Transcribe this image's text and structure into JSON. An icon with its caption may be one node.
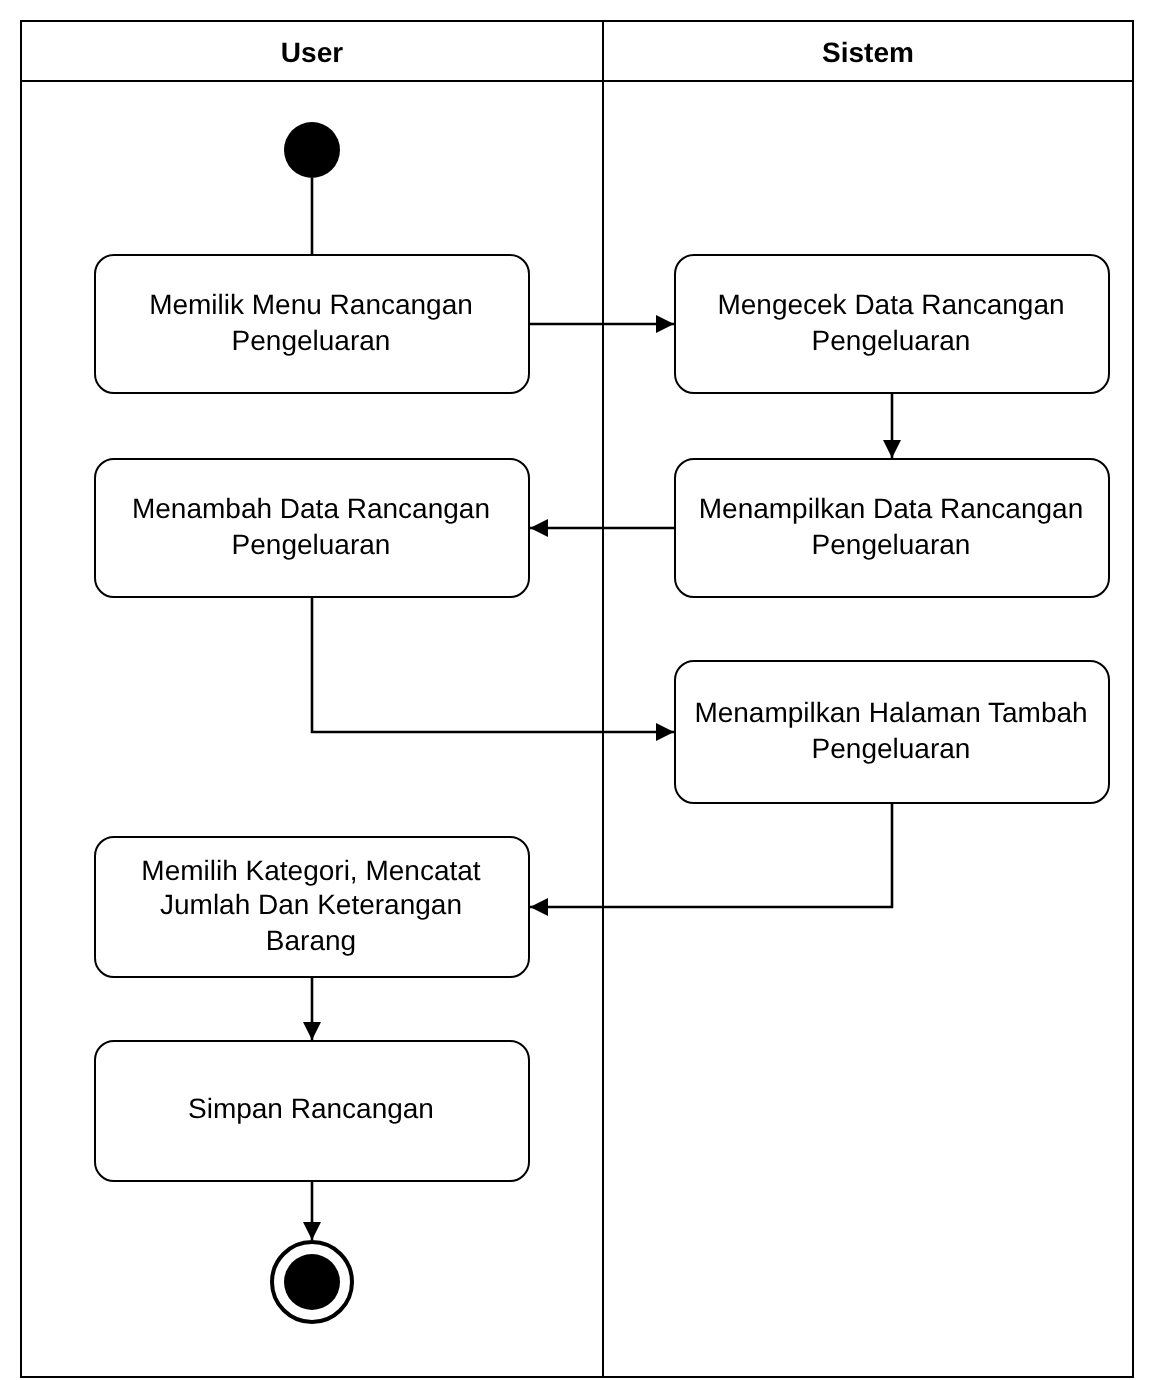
{
  "diagram": {
    "nodes": [
      {
        "text": [
          "User"
        ]
      },
      {
        "text": [
          "Sistem"
        ]
      },
      {
        "text": [],
        "shape": "circle",
        "in": 0
      },
      {
        "text": [
          "Memilik Menu Rancangan Pengeluaran"
        ],
        "in": 0
      },
      {
        "text": [
          "Mengecek Data Rancangan Pengeluaran"
        ],
        "in": 1
      },
      {
        "text": [
          "Menambah Data Rancangan Pengeluaran"
        ],
        "in": 0
      },
      {
        "text": [
          "Menampilkan Data Rancangan Pengeluaran"
        ],
        "in": 1
      },
      {
        "text": [
          "Menampilkan Halaman Tambah Pengeluaran"
        ],
        "in": 1
      },
      {
        "text": [
          "Memilih Kategori, Mencatat Jumlah Dan Keterangan Barang"
        ],
        "in": 0
      },
      {
        "text": [
          "Simpan Rancangan"
        ],
        "in": 0
      },
      {
        "text": [],
        "shape": "bullseye",
        "in": 0
      }
    ],
    "edges": [
      {
        "from": 2,
        "to": 3,
        "arrow": "none"
      },
      {
        "from": 3,
        "to": 4,
        "arrow": "to"
      },
      {
        "from": 4,
        "to": 6,
        "arrow": "to"
      },
      {
        "from": 6,
        "to": 5,
        "arrow": "to"
      },
      {
        "from": 5,
        "to": 7,
        "arrow": "to"
      },
      {
        "from": 7,
        "to": 8,
        "arrow": "to"
      },
      {
        "from": 8,
        "to": 9,
        "arrow": "to"
      },
      {
        "from": 9,
        "to": 10,
        "arrow": "to"
      }
    ]
  }
}
